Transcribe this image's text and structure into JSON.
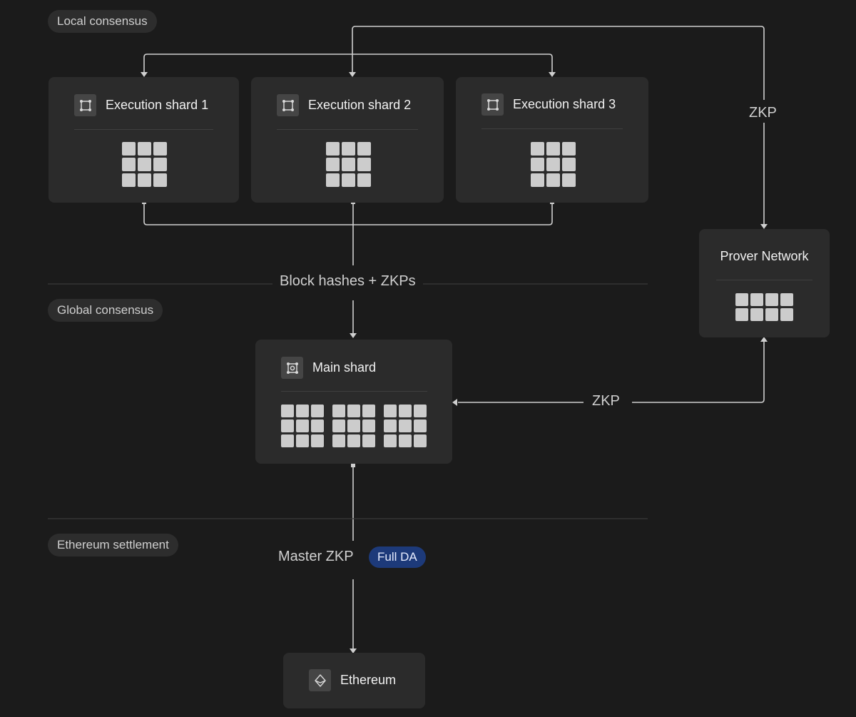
{
  "sections": {
    "local": "Local consensus",
    "global": "Global consensus",
    "settlement": "Ethereum settlement"
  },
  "nodes": {
    "shard1": {
      "title": "Execution shard 1",
      "icon": "shard-node-icon",
      "cells": 9
    },
    "shard2": {
      "title": "Execution shard 2",
      "icon": "shard-node-icon",
      "cells": 9
    },
    "shard3": {
      "title": "Execution shard 3",
      "icon": "shard-node-icon",
      "cells": 9
    },
    "prover": {
      "title": "Prover Network",
      "cells": 8
    },
    "main": {
      "title": "Main shard",
      "icon": "main-shard-icon",
      "cell_groups": 3,
      "cells_per_group": 9
    },
    "ethereum": {
      "title": "Ethereum",
      "icon": "ethereum-icon"
    }
  },
  "edges": {
    "block_hashes": "Block hashes + ZKPs",
    "zkp_to_prover": "ZKP",
    "zkp_to_main": "ZKP",
    "master_zkp": "Master ZKP",
    "full_da_badge": "Full DA"
  },
  "colors": {
    "background": "#1b1b1b",
    "card": "#2b2b2b",
    "connector": "#cfcfcf",
    "badge": "#1d3a7a"
  }
}
